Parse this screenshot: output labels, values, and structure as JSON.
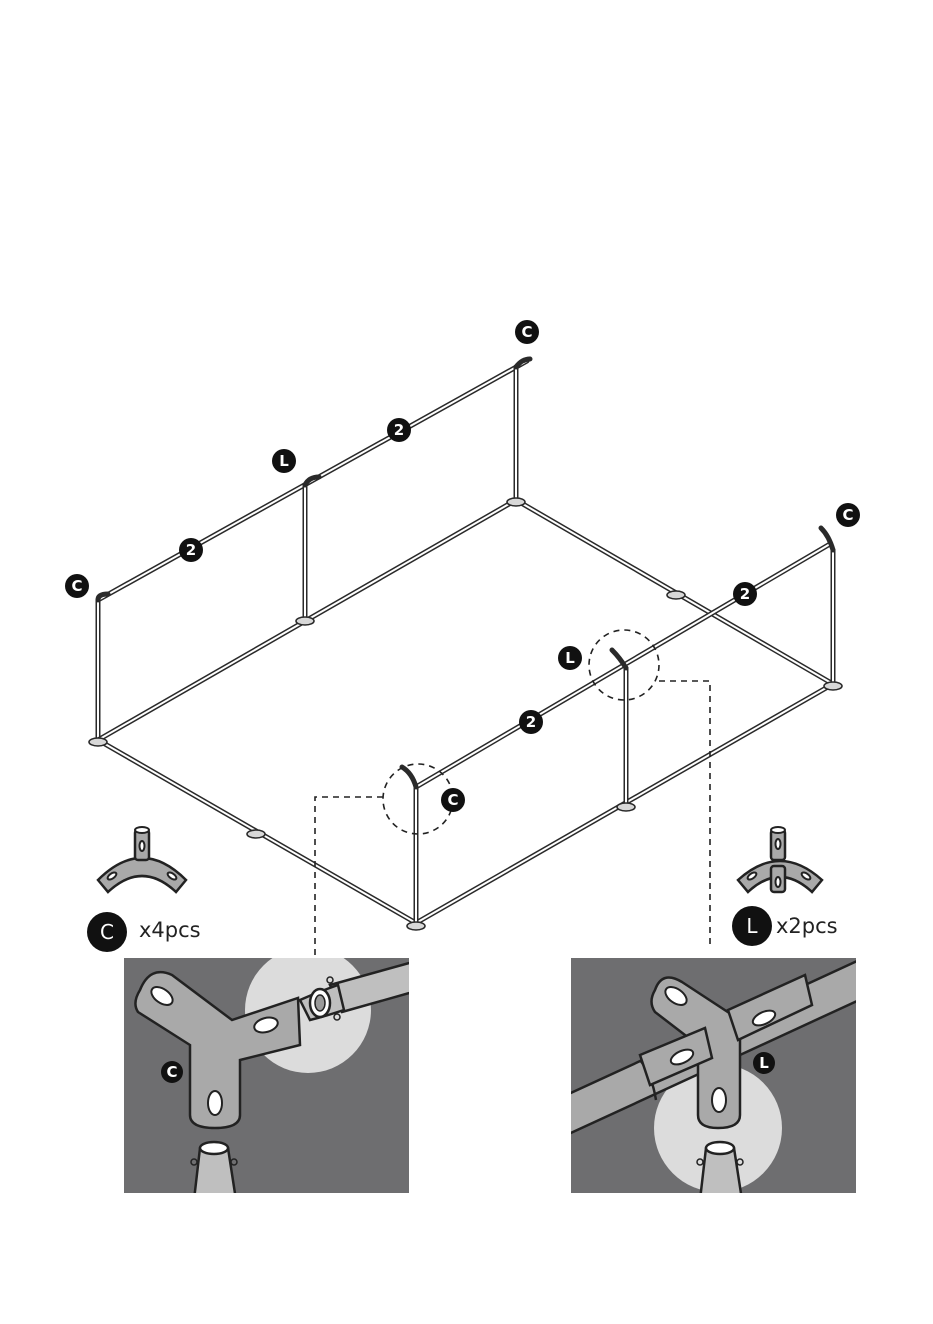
{
  "labels": {
    "corner_connector": "C",
    "l_connector": "L",
    "pipe_number": "2"
  },
  "legend": {
    "corner": {
      "badge": "C",
      "quantity": "x4pcs"
    },
    "l": {
      "badge": "L",
      "quantity": "x2pcs"
    }
  },
  "colors": {
    "line": "#2a2a2a",
    "panel_background": "#6e6e70",
    "fitting_gray": "#a9a9a9",
    "highlight_circle": "#dcdcdc"
  },
  "icons": [
    "corner-connector-icon",
    "l-connector-icon",
    "foot-pad-icon",
    "pipe-icon"
  ]
}
